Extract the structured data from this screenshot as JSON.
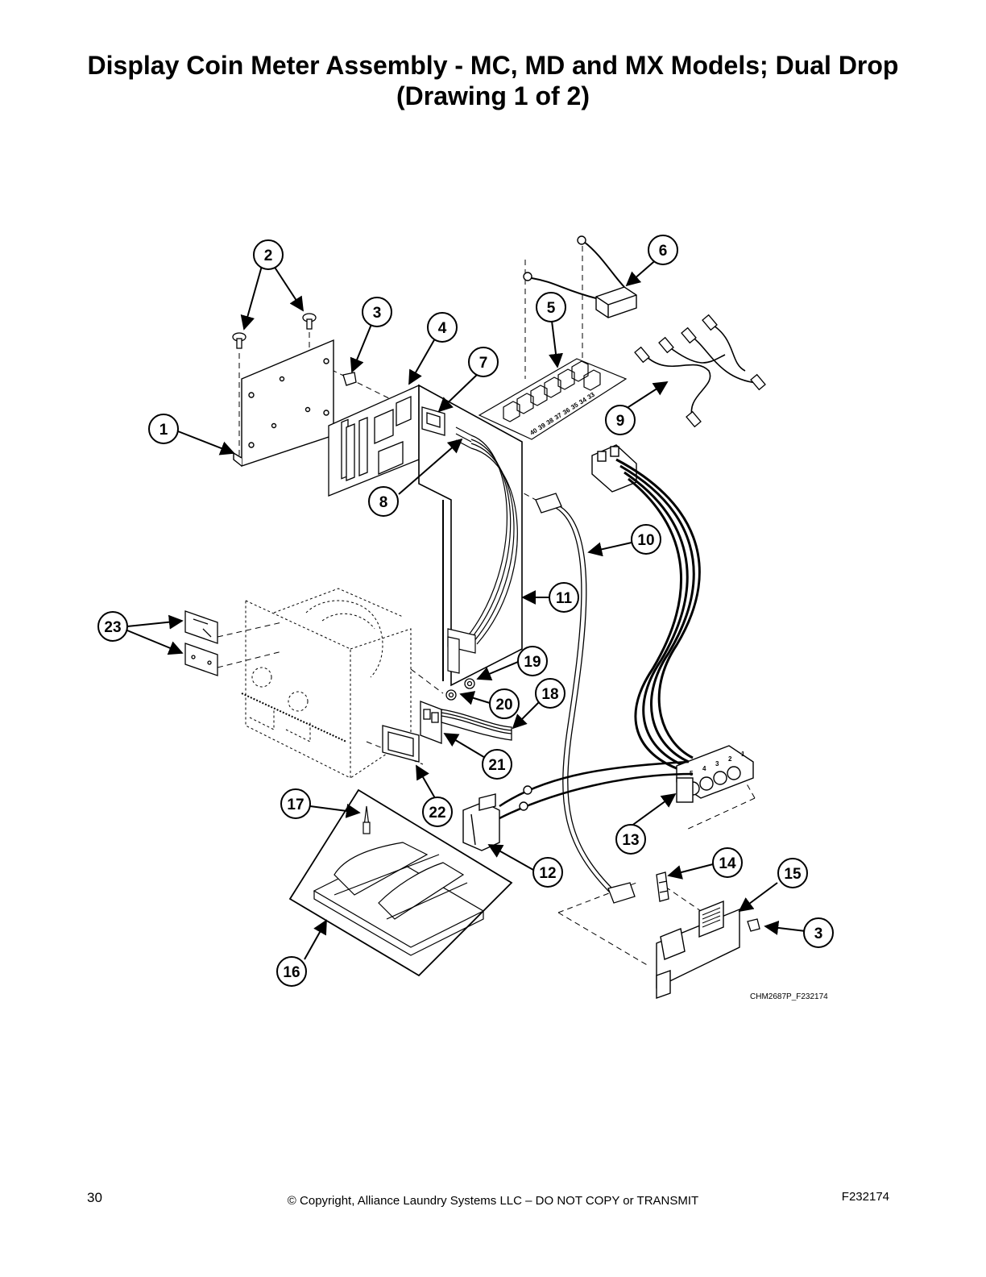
{
  "title": {
    "line1": "Display Coin Meter Assembly - MC, MD and MX Models; Dual Drop",
    "line2": "(Drawing 1 of 2)"
  },
  "drawing": {
    "reference_code": "CHM2687P_F232174",
    "connector_numbers": [
      "40",
      "39",
      "38",
      "37",
      "36",
      "35",
      "34",
      "33"
    ],
    "plug_numbers": [
      "5",
      "4",
      "3",
      "2",
      "1"
    ],
    "callouts": [
      "1",
      "2",
      "3",
      "4",
      "5",
      "6",
      "7",
      "8",
      "9",
      "10",
      "11",
      "12",
      "13",
      "14",
      "15",
      "3",
      "16",
      "17",
      "18",
      "19",
      "20",
      "21",
      "22",
      "23"
    ]
  },
  "footer": {
    "page_number": "30",
    "copyright": "© Copyright, Alliance Laundry Systems LLC – DO NOT COPY or TRANSMIT",
    "document_number": "F232174"
  }
}
